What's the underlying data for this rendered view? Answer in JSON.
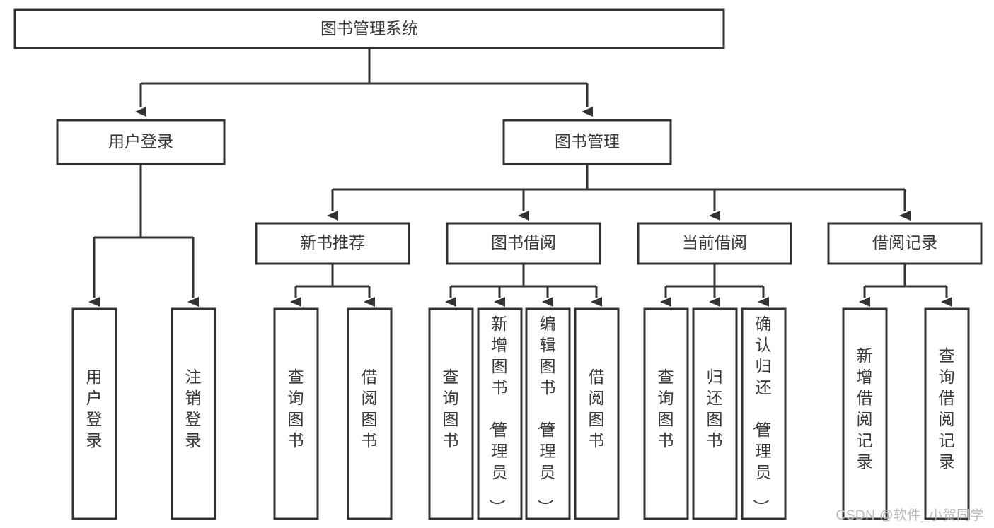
{
  "diagram": {
    "type": "tree-hierarchy",
    "title": "图书管理系统",
    "watermark": "CSDN @软件_小贺同学",
    "colors": {
      "stroke": "#333333",
      "fill": "#ffffff",
      "text": "#3a3a3a",
      "watermark": "#b9b9b9",
      "background": "#ffffff"
    },
    "levels": [
      {
        "level": 1,
        "nodes": [
          {
            "id": "root",
            "label": "图书管理系统",
            "orientation": "horizontal"
          }
        ]
      },
      {
        "level": 2,
        "nodes": [
          {
            "id": "user-login",
            "label": "用户登录",
            "orientation": "horizontal",
            "parent": "root"
          },
          {
            "id": "book-manage",
            "label": "图书管理",
            "orientation": "horizontal",
            "parent": "root"
          }
        ]
      },
      {
        "level": 3,
        "nodes": [
          {
            "id": "new-book-rec",
            "label": "新书推荐",
            "orientation": "horizontal",
            "parent": "book-manage"
          },
          {
            "id": "book-borrow",
            "label": "图书借阅",
            "orientation": "horizontal",
            "parent": "book-manage"
          },
          {
            "id": "current-borrow",
            "label": "当前借阅",
            "orientation": "horizontal",
            "parent": "book-manage"
          },
          {
            "id": "borrow-record",
            "label": "借阅记录",
            "orientation": "horizontal",
            "parent": "book-manage"
          }
        ]
      },
      {
        "level": 4,
        "nodes": [
          {
            "id": "leaf-user-login",
            "label": "用户登录",
            "orientation": "vertical",
            "parent": "user-login"
          },
          {
            "id": "leaf-logout",
            "label": "注销登录",
            "orientation": "vertical",
            "parent": "user-login"
          },
          {
            "id": "leaf-query-book-1",
            "label": "查询图书",
            "orientation": "vertical",
            "parent": "new-book-rec"
          },
          {
            "id": "leaf-borrow-book-1",
            "label": "借阅图书",
            "orientation": "vertical",
            "parent": "new-book-rec"
          },
          {
            "id": "leaf-query-book-2",
            "label": "查询图书",
            "orientation": "vertical",
            "parent": "book-borrow"
          },
          {
            "id": "leaf-add-book",
            "label": "新增图书（管理员）",
            "orientation": "vertical",
            "parent": "book-borrow"
          },
          {
            "id": "leaf-edit-book",
            "label": "编辑图书（管理员）",
            "orientation": "vertical",
            "parent": "book-borrow"
          },
          {
            "id": "leaf-borrow-book-2",
            "label": "借阅图书",
            "orientation": "vertical",
            "parent": "book-borrow"
          },
          {
            "id": "leaf-query-book-3",
            "label": "查询图书",
            "orientation": "vertical",
            "parent": "current-borrow"
          },
          {
            "id": "leaf-return-book",
            "label": "归还图书",
            "orientation": "vertical",
            "parent": "current-borrow"
          },
          {
            "id": "leaf-confirm-return",
            "label": "确认归还（管理员）",
            "orientation": "vertical",
            "parent": "current-borrow"
          },
          {
            "id": "leaf-add-record",
            "label": "新增借阅记录",
            "orientation": "vertical",
            "parent": "borrow-record"
          },
          {
            "id": "leaf-query-record",
            "label": "查询借阅记录",
            "orientation": "vertical",
            "parent": "borrow-record"
          }
        ]
      }
    ]
  }
}
